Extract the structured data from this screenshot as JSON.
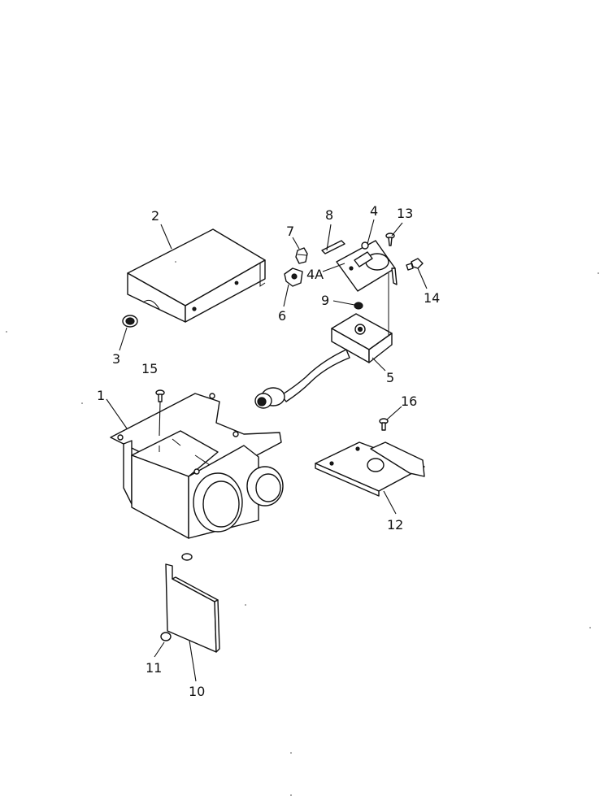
{
  "callouts": {
    "p1": "1",
    "p2": "2",
    "p3": "3",
    "p4": "4",
    "p4a": "4A",
    "p5": "5",
    "p6": "6",
    "p7": "7",
    "p8": "8",
    "p9": "9",
    "p10": "10",
    "p11": "11",
    "p12": "12",
    "p13": "13",
    "p14": "14",
    "p15": "15",
    "p16": "16"
  }
}
